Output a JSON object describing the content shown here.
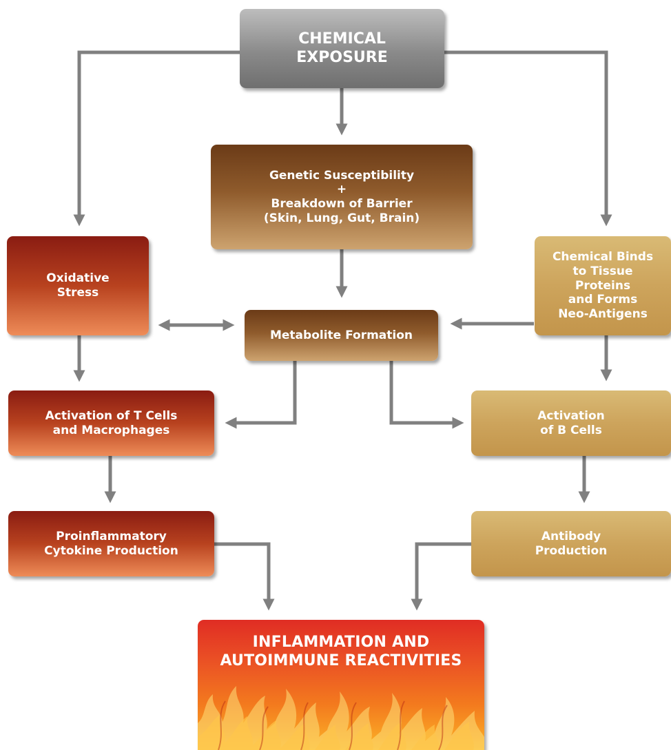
{
  "nodes": {
    "chemical_exposure": [
      "CHEMICAL",
      "EXPOSURE"
    ],
    "genetic_barrier": [
      "Genetic Susceptibility",
      "+",
      "Breakdown of Barrier",
      "(Skin, Lung, Gut, Brain)"
    ],
    "oxidative_stress": [
      "Oxidative",
      "Stress"
    ],
    "metabolite_formation": [
      "Metabolite Formation"
    ],
    "chemical_binds": [
      "Chemical Binds",
      "to Tissue",
      "Proteins",
      "and Forms",
      "Neo-Antigens"
    ],
    "activation_t_cells": [
      "Activation of T Cells",
      "and Macrophages"
    ],
    "activation_b_cells": [
      "Activation",
      "of B Cells"
    ],
    "proinflammatory": [
      "Proinflammatory",
      "Cytokine Production"
    ],
    "antibody_production": [
      "Antibody",
      "Production"
    ],
    "inflammation": [
      "INFLAMMATION AND",
      "AUTOIMMUNE REACTIVITIES"
    ]
  },
  "colors": {
    "arrow": "#808080",
    "gray_node": "#8a8a8a",
    "brown_node": "#8f5b2c",
    "red_node": "#b8421f",
    "gold_node": "#cda45c",
    "final_node": "#ea4f25"
  }
}
